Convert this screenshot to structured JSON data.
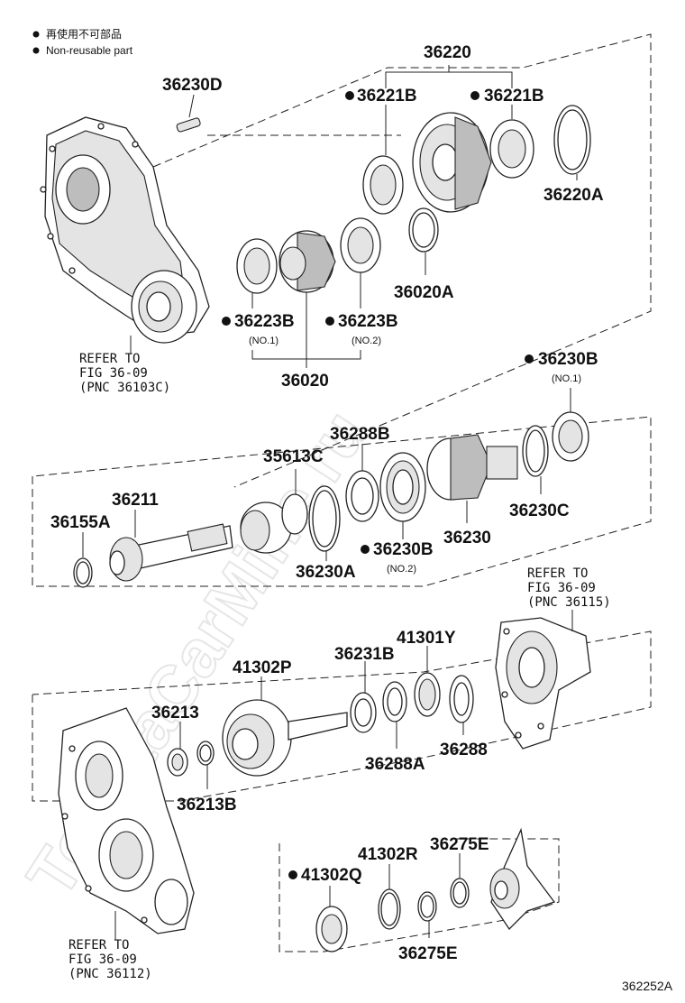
{
  "legend": {
    "reuse_jp": "再使用不可部品",
    "reuse_en": "Non-reusable part"
  },
  "parts": {
    "p36220": "36220",
    "p36230D": "36230D",
    "p36221B_l": "36221B",
    "p36221B_r": "36221B",
    "p36220A": "36220A",
    "p36020A": "36020A",
    "p36223B_1": "36223B",
    "p36223B_1_sub": "(NO.1)",
    "p36223B_2": "36223B",
    "p36223B_2_sub": "(NO.2)",
    "p36020": "36020",
    "p36230B_1": "36230B",
    "p36230B_1_sub": "(NO.1)",
    "p36288B": "36288B",
    "p35613C": "35613C",
    "p36211": "36211",
    "p36155A": "36155A",
    "p36230C": "36230C",
    "p36230": "36230",
    "p36230A": "36230A",
    "p36230B_2": "36230B",
    "p36230B_2_sub": "(NO.2)",
    "p41301Y": "41301Y",
    "p36231B": "36231B",
    "p41302P": "41302P",
    "p36213": "36213",
    "p36213B": "36213B",
    "p36288A": "36288A",
    "p36288": "36288",
    "p41302R": "41302R",
    "p36275E_top": "36275E",
    "p41302Q": "41302Q",
    "p36275E_bot": "36275E"
  },
  "refs": {
    "r1": [
      "REFER TO",
      "FIG 36-09",
      "(PNC 36103C)"
    ],
    "r2": [
      "REFER TO",
      "FIG 36-09",
      "(PNC 36115)"
    ],
    "r3": [
      "REFER TO",
      "FIG 36-09",
      "(PNC 36112)"
    ]
  },
  "watermark": "ToyotaCarMine.ru",
  "diagram_code": "362252A"
}
